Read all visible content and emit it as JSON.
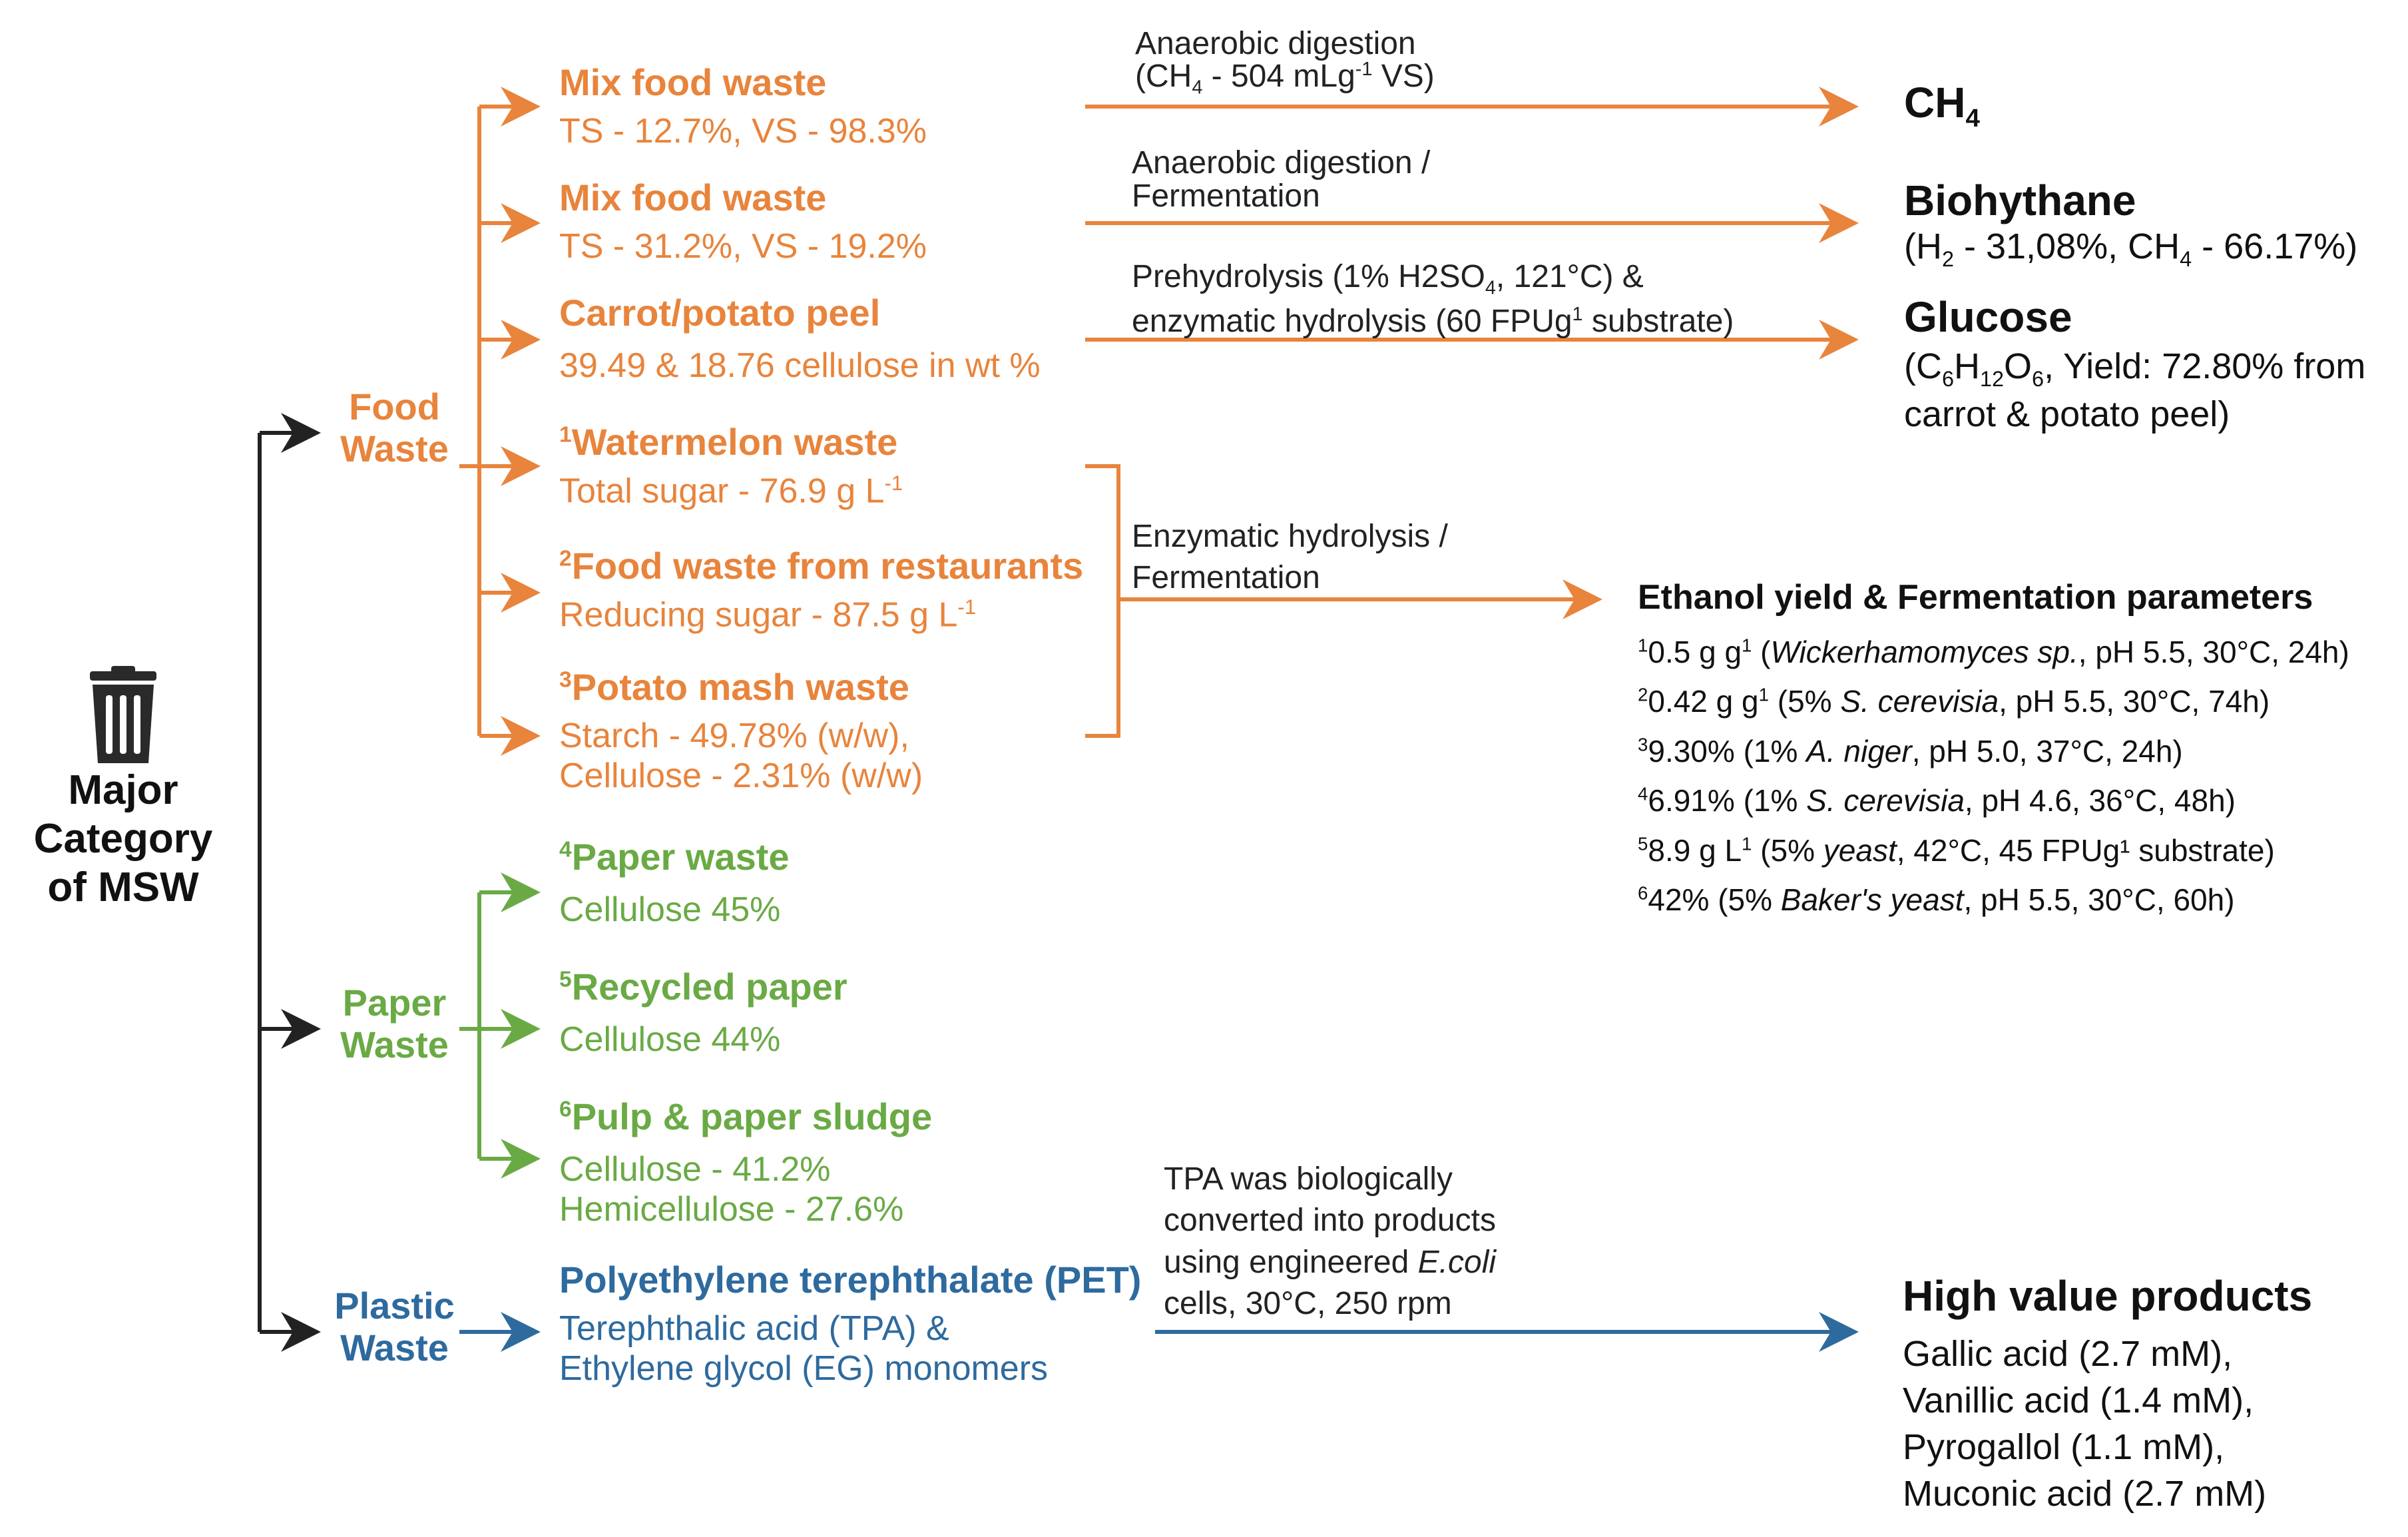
{
  "root": {
    "line1": "Major",
    "line2": "Category",
    "line3": "of MSW",
    "icon": "trash-can-icon"
  },
  "categories": {
    "food": {
      "line1": "Food",
      "line2": "Waste"
    },
    "paper": {
      "line1": "Paper",
      "line2": "Waste"
    },
    "plastic": {
      "line1": "Plastic",
      "line2": "Waste"
    }
  },
  "food_items": [
    {
      "title": "Mix food waste",
      "detail": "TS - 12.7%, VS - 98.3%"
    },
    {
      "title": "Mix food waste",
      "detail": "TS - 31.2%, VS - 19.2%"
    },
    {
      "title": "Carrot/potato peel",
      "detail": "39.49 & 18.76 cellulose in wt %"
    },
    {
      "sup": "1",
      "title": "Watermelon waste",
      "detail": "Total sugar - 76.9 g L",
      "detail_sup": "-1"
    },
    {
      "sup": "2",
      "title": "Food waste from restaurants",
      "detail": "Reducing sugar - 87.5 g L",
      "detail_sup": "-1"
    },
    {
      "sup": "3",
      "title": "Potato mash waste",
      "detail": "Starch - 49.78% (w/w),",
      "detail2": "Cellulose - 2.31% (w/w)"
    }
  ],
  "paper_items": [
    {
      "sup": "4",
      "title": "Paper waste",
      "detail": "Cellulose 45%"
    },
    {
      "sup": "5",
      "title": "Recycled paper",
      "detail": "Cellulose 44%"
    },
    {
      "sup": "6",
      "title": "Pulp & paper sludge",
      "detail": "Cellulose - 41.2%",
      "detail2": "Hemicellulose - 27.6%"
    }
  ],
  "plastic_item": {
    "title": "Polyethylene terephthalate (PET)",
    "detail": "Terephthalic acid (TPA) &",
    "detail2": "Ethylene glycol (EG) monomers"
  },
  "processes": {
    "p1": {
      "line1": "Anaerobic digestion",
      "l2a": "(CH",
      "l2sub": "4",
      "l2b": " - 504 mLg",
      "l2sup": "-1",
      "l2c": " VS)"
    },
    "p2": {
      "line1": "Anaerobic digestion /",
      "line2": "Fermentation"
    },
    "p3": {
      "l1a": "Prehydrolysis (1% H2SO",
      "l1sub": "4",
      "l1b": ", 121°C) &",
      "l2a": "enzymatic hydrolysis (60 FPUg",
      "l2sup": "1",
      "l2b": " substrate)"
    },
    "p4": {
      "line1": "Enzymatic hydrolysis /",
      "line2": "Fermentation"
    },
    "p5": {
      "line1": "TPA was biologically",
      "line2": "converted into products",
      "l3a": "using engineered ",
      "l3i": "E.coli",
      "line4": "cells, 30°C, 250 rpm"
    }
  },
  "products": {
    "ch4": {
      "a": "CH",
      "sub": "4"
    },
    "biohythane": {
      "title": "Biohythane",
      "a": "(H",
      "sub1": "2",
      "b": " - 31,08%, CH",
      "sub2": "4",
      "c": " - 66.17%)"
    },
    "glucose": {
      "title": "Glucose",
      "a": "(C",
      "s1": "6",
      "b": "H",
      "s2": "12",
      "c": "O",
      "s3": "6",
      "d": ", Yield: 72.80% from",
      "line2": "carrot & potato peel)"
    },
    "ethanol": {
      "title": "Ethanol yield & Fermentation parameters",
      "rows": [
        {
          "sup": "1",
          "a": "0.5 g g",
          "sup2": "1",
          "b": " (",
          "i": "Wickerhamomyces sp.",
          "c": ", pH 5.5, 30°C, 24h)"
        },
        {
          "sup": "2",
          "a": "0.42 g g",
          "sup2": "1",
          "b": " (5% ",
          "i": "S. cerevisia",
          "c": ", pH 5.5, 30°C, 74h)"
        },
        {
          "sup": "3",
          "a": "9.30% (1% ",
          "sup2": "",
          "b": "",
          "i": "A. niger",
          "c": ", pH 5.0, 37°C, 24h)"
        },
        {
          "sup": "4",
          "a": "6.91% (1% ",
          "sup2": "",
          "b": "",
          "i": "S. cerevisia",
          "c": ", pH 4.6, 36°C, 48h)"
        },
        {
          "sup": "5",
          "a": "8.9 g L",
          "sup2": "1",
          "b": " (5% ",
          "i": "yeast",
          "c": ", 42°C, 45 FPUg¹ substrate)"
        },
        {
          "sup": "6",
          "a": "42% (5% ",
          "sup2": "",
          "b": "",
          "i": "Baker's yeast",
          "c": ", pH 5.5, 30°C, 60h)"
        }
      ]
    },
    "hvp": {
      "title": "High value products",
      "rows": [
        "Gallic acid (2.7 mM),",
        "Vanillic acid (1.4 mM),",
        "Pyrogallol (1.1 mM),",
        "Muconic acid (2.7 mM)"
      ]
    }
  },
  "colors": {
    "food": "#E8843C",
    "paper": "#6AAA45",
    "plastic": "#2E6A9E",
    "root": "#222222"
  }
}
